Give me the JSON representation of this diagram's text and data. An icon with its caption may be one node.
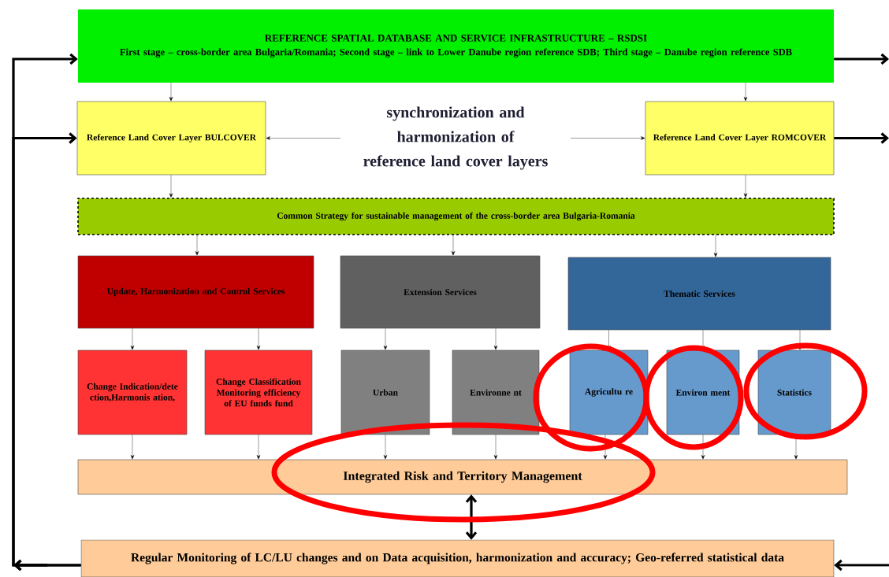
{
  "diagram": {
    "nodes": [
      {
        "text": [
          "REFERENCE SPATIAL DATABASE AND SERVICE INFRASTRUCTURE – RSDSI",
          "First stage – cross-border area Bulgaria/Romania; Second stage – link to Lower Danube region reference SDB; Third stage – Danube region reference SDB"
        ]
      },
      {
        "text": [
          "Reference Land Cover Layer BULCOVER"
        ]
      },
      {
        "text": [
          "Reference Land Cover Layer ROMCOVER"
        ]
      },
      {
        "text": [
          "Common Strategy for sustainable management of the cross-border area Bulgaria-Romania"
        ]
      },
      {
        "text": [
          "Update, Harmonization and Control Services"
        ]
      },
      {
        "text": [
          "Extension Services"
        ]
      },
      {
        "text": [
          "Thematic Services"
        ]
      },
      {
        "text": [
          "Change Indication/dete ction,Harmonis ation,"
        ]
      },
      {
        "text": [
          "Change Classification Monitoring efficiency of EU funds fund"
        ]
      },
      {
        "text": [
          "Urban"
        ]
      },
      {
        "text": [
          "Environne nt"
        ]
      },
      {
        "text": [
          "Agricultu re"
        ]
      },
      {
        "text": [
          "Environ ment"
        ]
      },
      {
        "text": [
          "Statistics"
        ]
      },
      {
        "text": [
          "Integrated Risk and Territory Management"
        ]
      },
      {
        "text": [
          "Regular Monitoring of LC/LU changes and on Data acquisition, harmonization and accuracy; Geo-referred statistical data"
        ]
      }
    ],
    "edges": [
      {
        "from": 0,
        "to": 1,
        "arrow": "to"
      },
      {
        "from": 0,
        "to": 2,
        "arrow": "to"
      },
      {
        "from": 1,
        "to": 2,
        "arrow": "both",
        "label": "synchronization and harmonization of reference land cover layers"
      },
      {
        "from": 1,
        "to": 3,
        "arrow": "to"
      },
      {
        "from": 2,
        "to": 3,
        "arrow": "to"
      },
      {
        "from": 3,
        "to": 4,
        "arrow": "to"
      },
      {
        "from": 3,
        "to": 5,
        "arrow": "to"
      },
      {
        "from": 3,
        "to": 6,
        "arrow": "to"
      },
      {
        "from": 4,
        "to": 7,
        "arrow": "to"
      },
      {
        "from": 4,
        "to": 8,
        "arrow": "to"
      },
      {
        "from": 5,
        "to": 9,
        "arrow": "to"
      },
      {
        "from": 5,
        "to": 10,
        "arrow": "to"
      },
      {
        "from": 6,
        "to": 11,
        "arrow": "to"
      },
      {
        "from": 6,
        "to": 12,
        "arrow": "to"
      },
      {
        "from": 6,
        "to": 13,
        "arrow": "to"
      },
      {
        "from": 7,
        "to": 14,
        "arrow": "to"
      },
      {
        "from": 8,
        "to": 14,
        "arrow": "to"
      },
      {
        "from": 9,
        "to": 14,
        "arrow": "to"
      },
      {
        "from": 10,
        "to": 14,
        "arrow": "to"
      },
      {
        "from": 11,
        "to": 14,
        "arrow": "to"
      },
      {
        "from": 12,
        "to": 14,
        "arrow": "to"
      },
      {
        "from": 13,
        "to": 14,
        "arrow": "to"
      },
      {
        "from": 14,
        "to": 15,
        "arrow": "both",
        "style": "thick"
      },
      {
        "from": 15,
        "to": 0,
        "arrow": "to",
        "style": "thick"
      },
      {
        "from": 15,
        "to": 1,
        "arrow": "to",
        "style": "thick"
      },
      {
        "from": 0,
        "to": null,
        "arrow": "to",
        "style": "thick"
      },
      {
        "from": 2,
        "to": null,
        "arrow": "to",
        "style": "thick"
      },
      {
        "from": null,
        "to": 15,
        "arrow": "to",
        "style": "thick"
      }
    ]
  }
}
